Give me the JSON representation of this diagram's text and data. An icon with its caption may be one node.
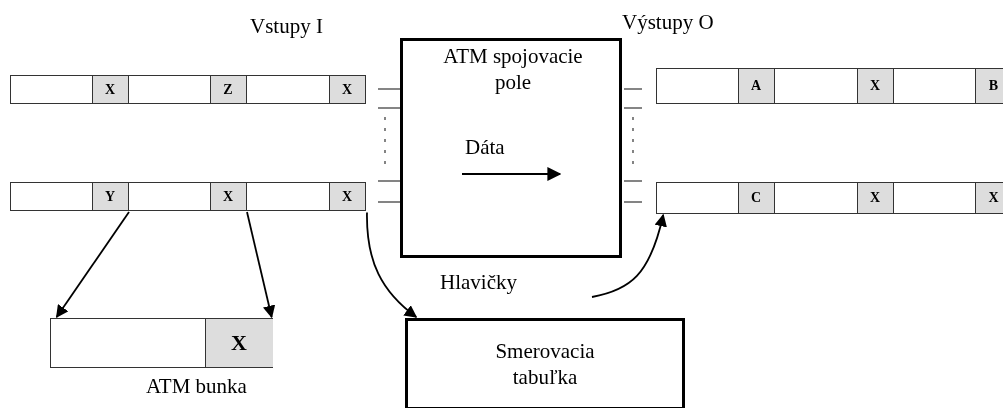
{
  "diagram": {
    "nodes": [
      {
        "text": [],
        "shape": "bar"
      },
      {
        "text": [
          "X"
        ],
        "in": 0
      },
      {
        "text": [
          "Z"
        ],
        "in": 0
      },
      {
        "text": [
          "X"
        ],
        "in": 0
      },
      {
        "text": [],
        "shape": "bar"
      },
      {
        "text": [
          "Y"
        ],
        "in": 4
      },
      {
        "text": [
          "X"
        ],
        "in": 4
      },
      {
        "text": [
          "X"
        ],
        "in": 4
      },
      {
        "text": [
          "ATM spojovacie pole",
          "Dáta"
        ]
      },
      {
        "text": [],
        "shape": "bar"
      },
      {
        "text": [
          "A"
        ],
        "in": 9
      },
      {
        "text": [
          "X"
        ],
        "in": 9
      },
      {
        "text": [
          "B"
        ],
        "in": 9
      },
      {
        "text": [],
        "shape": "bar"
      },
      {
        "text": [
          "C"
        ],
        "in": 13
      },
      {
        "text": [
          "X"
        ],
        "in": 13
      },
      {
        "text": [
          "X"
        ],
        "in": 13
      },
      {
        "text": [],
        "shape": "bar",
        "beside": [
          "ATM bunka"
        ]
      },
      {
        "text": [
          "X"
        ],
        "in": 17
      },
      {
        "text": [
          "Smerovacia tabuľka"
        ]
      }
    ],
    "edges": [
      {
        "from": 5,
        "to": 17,
        "arrow": "to"
      },
      {
        "from": 6,
        "to": 18,
        "arrow": "to"
      },
      {
        "from": 7,
        "to": 19,
        "arrow": "to"
      },
      {
        "from": null,
        "to": 13,
        "arrow": "to"
      }
    ],
    "labels": [
      "Vstupy I",
      "Výstupy O",
      "Hlavičky"
    ]
  }
}
